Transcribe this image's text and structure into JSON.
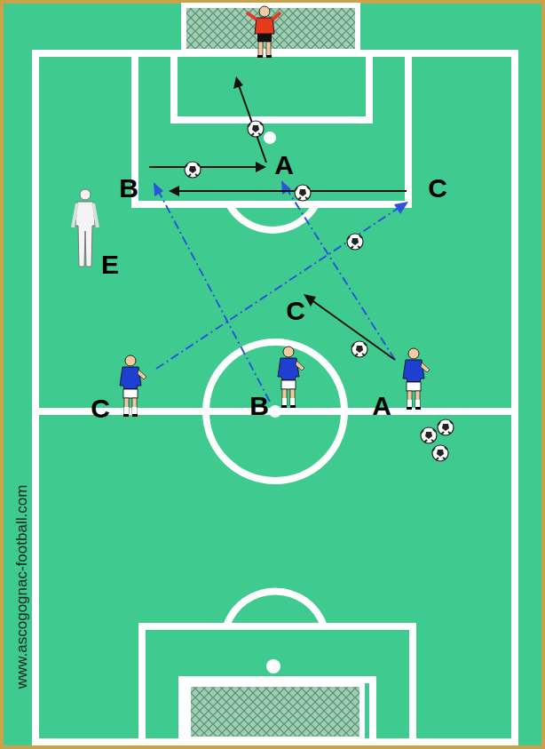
{
  "diagram": {
    "labels": [
      "B",
      "A",
      "C",
      "E",
      "C",
      "C",
      "B",
      "A",
      "www.ascogognac-football.com"
    ]
  }
}
